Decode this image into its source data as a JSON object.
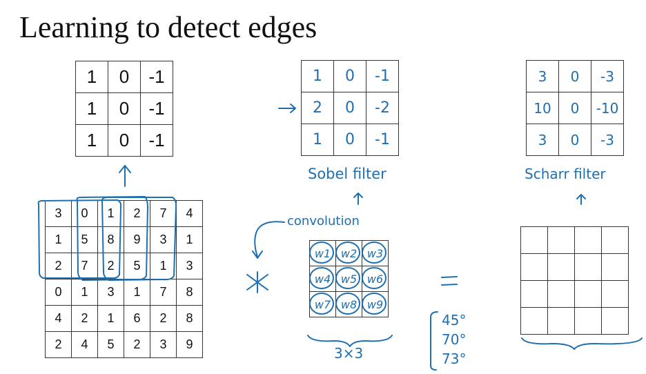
{
  "title": "Learning to detect edges",
  "vertical_filter": [
    [
      "1",
      "0",
      "-1"
    ],
    [
      "1",
      "0",
      "-1"
    ],
    [
      "1",
      "0",
      "-1"
    ]
  ],
  "sobel_filter": {
    "label": "Sobel filter",
    "cells": [
      [
        "1",
        "0",
        "-1"
      ],
      [
        "2",
        "0",
        "-2"
      ],
      [
        "1",
        "0",
        "-1"
      ]
    ]
  },
  "scharr_filter": {
    "label": "Scharr filter",
    "cells": [
      [
        "3",
        "0",
        "-3"
      ],
      [
        "10",
        "0",
        "-10"
      ],
      [
        "3",
        "0",
        "-3"
      ]
    ]
  },
  "input_image": [
    [
      "3",
      "0",
      "1",
      "2",
      "7",
      "4"
    ],
    [
      "1",
      "5",
      "8",
      "9",
      "3",
      "1"
    ],
    [
      "2",
      "7",
      "2",
      "5",
      "1",
      "3"
    ],
    [
      "0",
      "1",
      "3",
      "1",
      "7",
      "8"
    ],
    [
      "4",
      "2",
      "1",
      "6",
      "2",
      "8"
    ],
    [
      "2",
      "4",
      "5",
      "2",
      "3",
      "9"
    ]
  ],
  "convolution_label": "convolution",
  "weights": {
    "label": "3×3",
    "cells": [
      [
        "w1",
        "w2",
        "w3"
      ],
      [
        "w4",
        "w5",
        "w6"
      ],
      [
        "w7",
        "w8",
        "w9"
      ]
    ]
  },
  "angles": [
    "45°",
    "70°",
    "73°"
  ],
  "colors": {
    "ink": "#1f6fb0",
    "grid": "#333333",
    "text": "#111111"
  }
}
